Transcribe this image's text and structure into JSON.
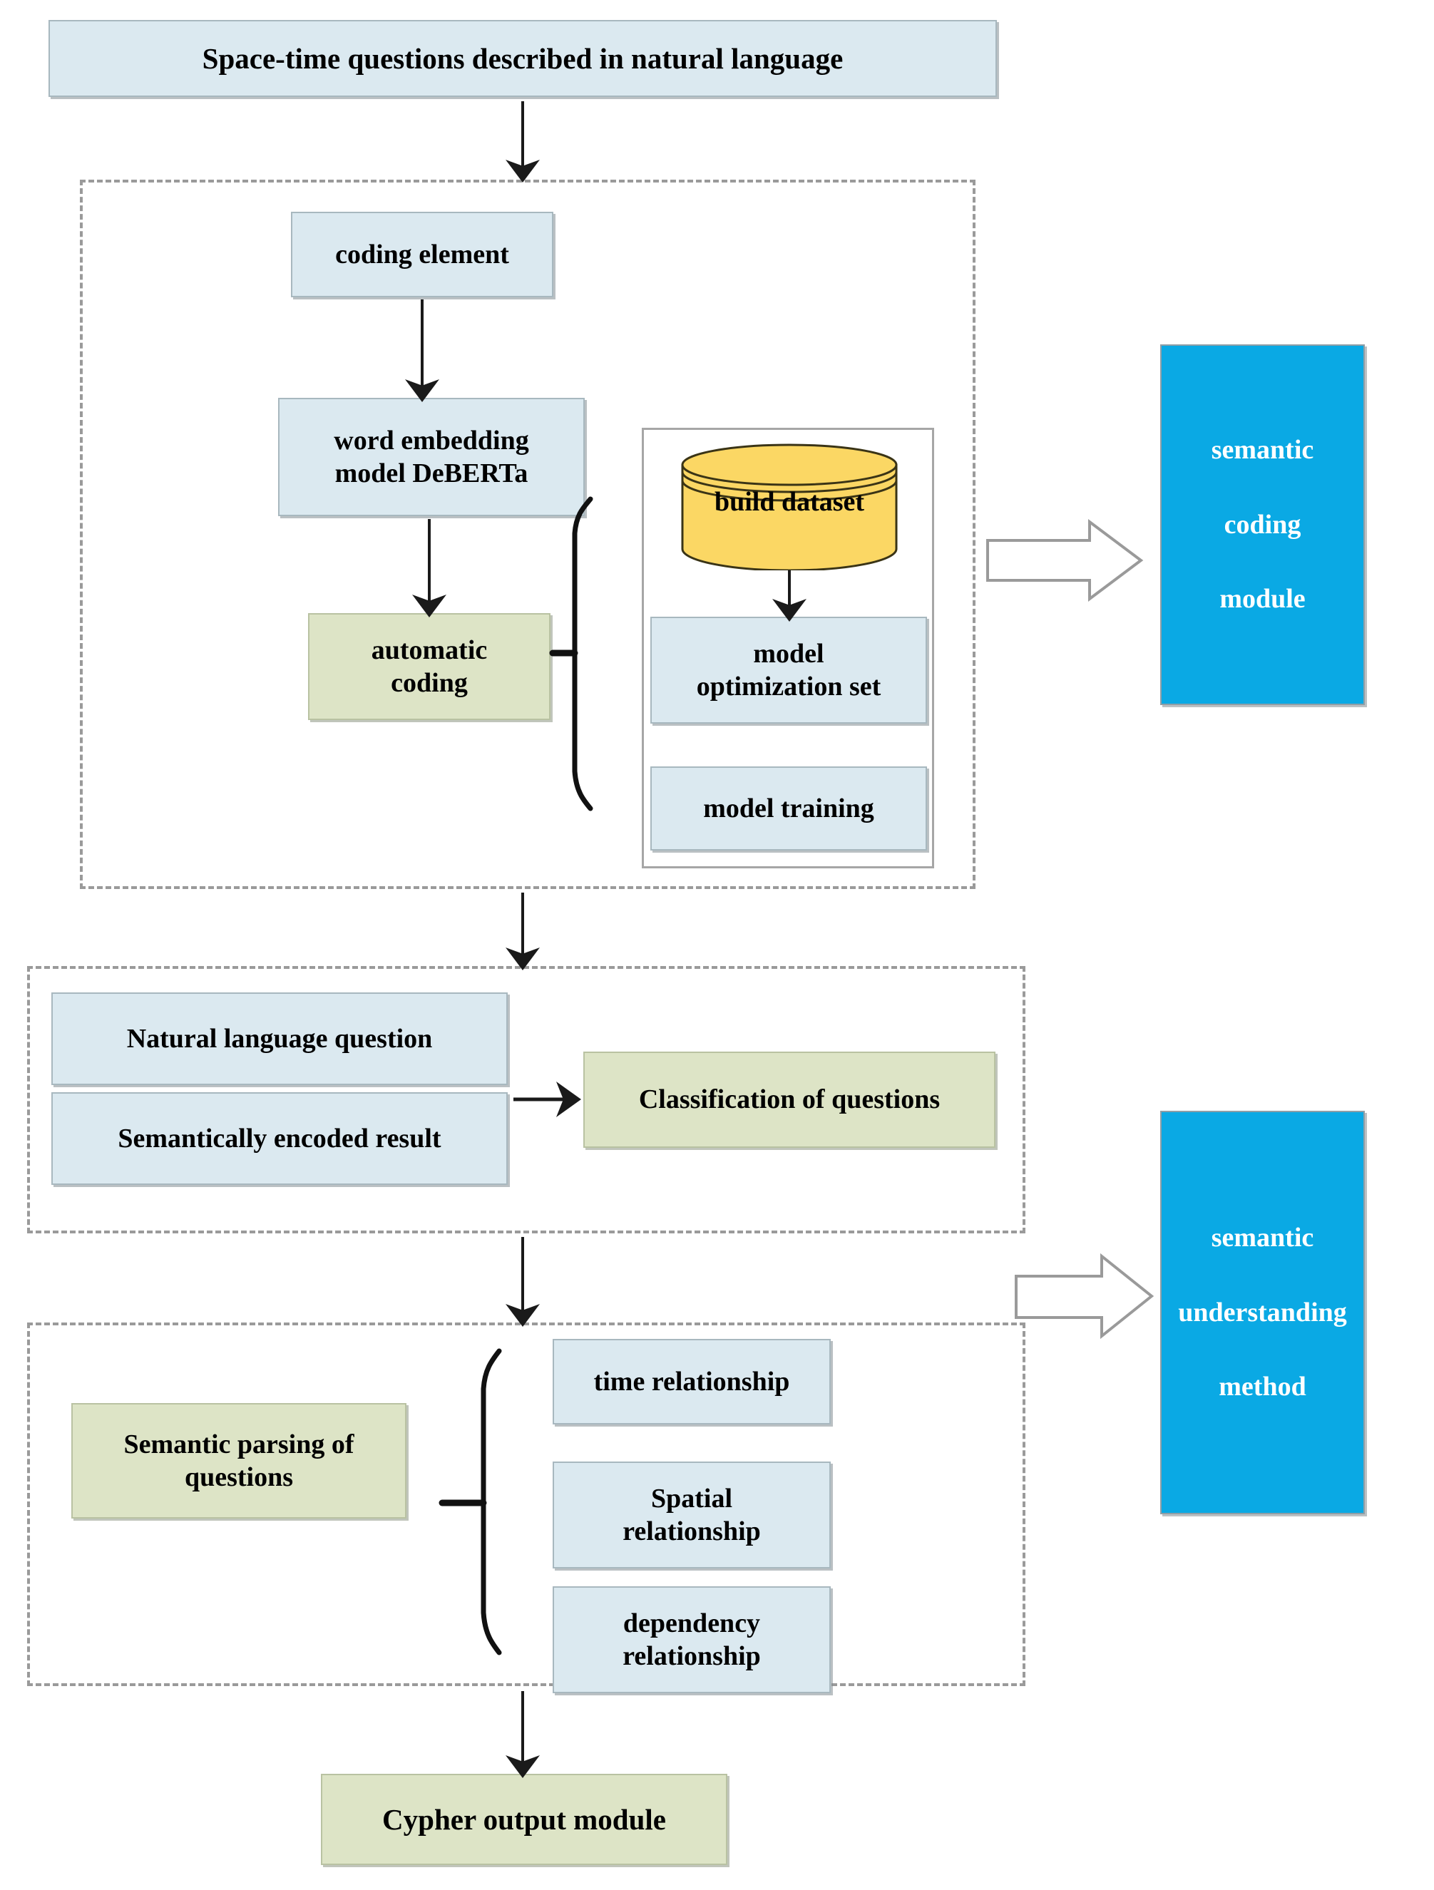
{
  "diagram": {
    "title_box": {
      "label": "Space-time questions described in natural language"
    },
    "module1": {
      "nodes": {
        "coding_element": "coding element",
        "word_embedding": "word embedding\nmodel DeBERTa",
        "automatic_coding": "automatic\ncoding",
        "build_dataset": "build dataset",
        "model_optimization_set": "model\noptimization set",
        "model_training": "model training"
      },
      "output_module": {
        "lines": [
          "semantic",
          "coding",
          "module"
        ]
      }
    },
    "module2": {
      "nodes": {
        "natural_language_question": "Natural language question",
        "semantically_encoded_result": "Semantically encoded result",
        "classification_of_questions": "Classification of questions"
      }
    },
    "module3": {
      "nodes": {
        "semantic_parsing": "Semantic parsing of\nquestions",
        "time_relationship": "time relationship",
        "spatial_relationship": "Spatial\nrelationship",
        "dependency_relationship": "dependency\nrelationship"
      },
      "output_module": {
        "lines": [
          "semantic",
          "understanding",
          "method"
        ]
      }
    },
    "output_box": {
      "label": "Cypher output module"
    },
    "colors": {
      "light_blue_fill": "#dbe9f0",
      "green_fill": "#dde4c6",
      "yellow_fill": "#fbd764",
      "blue_module_fill": "#0aa9e4",
      "dashed_border": "#9a9a9a",
      "arrow": "#1a1a1a",
      "text": "#000000",
      "module_text": "#ffffff"
    }
  }
}
